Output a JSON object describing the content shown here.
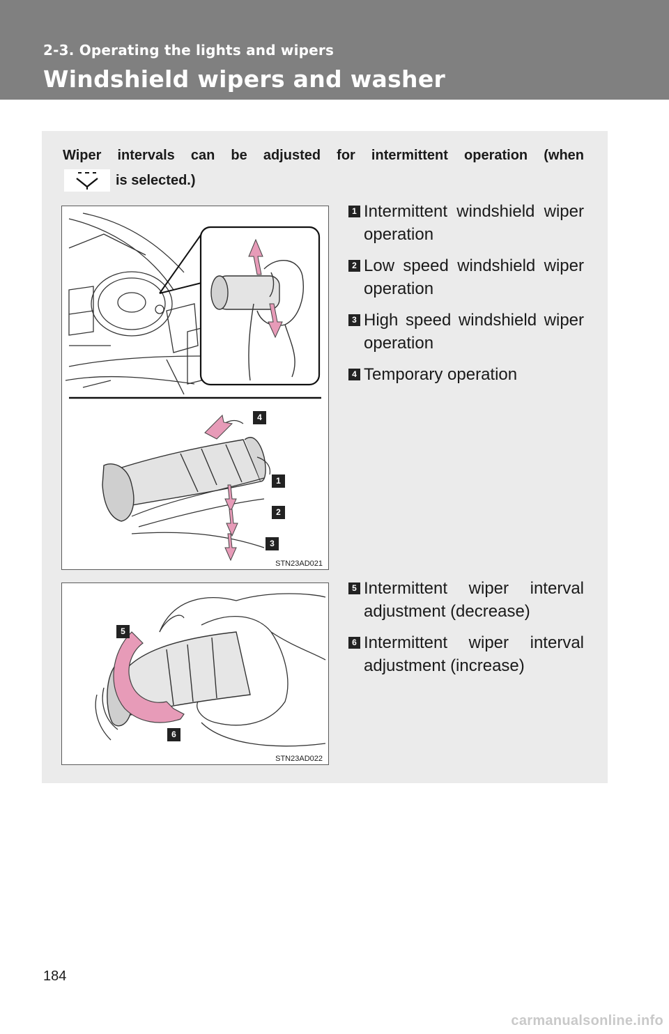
{
  "header": {
    "section": "2-3. Operating the lights and wipers",
    "title": "Windshield wipers and washer"
  },
  "intro": {
    "line1": "Wiper intervals can be adjusted for intermittent operation (when",
    "line2_suffix": "is selected.)",
    "symbol_icon": "intermittent-wiper-symbol"
  },
  "figure1": {
    "code": "STN23AD021",
    "callouts": [
      "4",
      "1",
      "2",
      "3"
    ],
    "items": [
      {
        "num": "1",
        "text": "Intermittent windshield wiper operation"
      },
      {
        "num": "2",
        "text": "Low speed windshield wiper operation"
      },
      {
        "num": "3",
        "text": "High speed windshield wiper operation"
      },
      {
        "num": "4",
        "text": "Temporary operation"
      }
    ]
  },
  "figure2": {
    "code": "STN23AD022",
    "callouts": [
      "5",
      "6"
    ],
    "items": [
      {
        "num": "5",
        "text": "Intermittent wiper interval adjustment (decrease)"
      },
      {
        "num": "6",
        "text": "Intermittent wiper interval adjustment (increase)"
      }
    ]
  },
  "page_number": "184",
  "footer": {
    "brand": "carmanualsonline.info"
  },
  "colors": {
    "header_bg": "#808080",
    "panel_bg": "#ebebeb",
    "arrow_pink": "#e79bb8"
  }
}
